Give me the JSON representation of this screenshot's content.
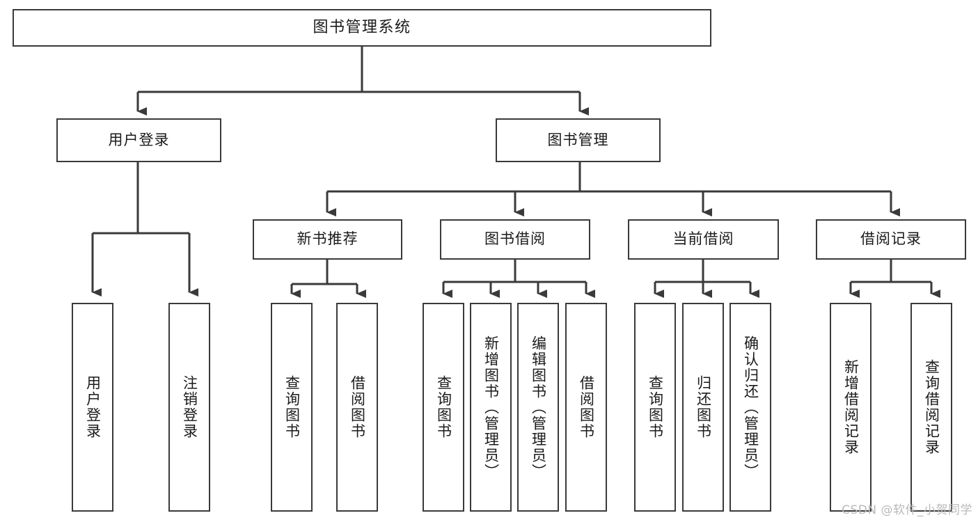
{
  "diagram": {
    "title": "图书管理系统",
    "type": "tree-hierarchy",
    "root": {
      "label": "图书管理系统"
    },
    "level2": [
      {
        "label": "用户登录"
      },
      {
        "label": "图书管理"
      }
    ],
    "level3": [
      {
        "label": "新书推荐"
      },
      {
        "label": "图书借阅"
      },
      {
        "label": "当前借阅"
      },
      {
        "label": "借阅记录"
      }
    ],
    "leaves": [
      {
        "label": "用户登录",
        "parent": "用户登录"
      },
      {
        "label": "注销登录",
        "parent": "用户登录"
      },
      {
        "label": "查询图书",
        "parent": "新书推荐"
      },
      {
        "label": "借阅图书",
        "parent": "新书推荐"
      },
      {
        "label": "查询图书",
        "parent": "图书借阅"
      },
      {
        "label": "新增图书（管理员）",
        "parent": "图书借阅"
      },
      {
        "label": "编辑图书（管理员）",
        "parent": "图书借阅"
      },
      {
        "label": "借阅图书",
        "parent": "图书借阅"
      },
      {
        "label": "查询图书",
        "parent": "当前借阅"
      },
      {
        "label": "归还图书",
        "parent": "当前借阅"
      },
      {
        "label": "确认归还（管理员）",
        "parent": "当前借阅"
      },
      {
        "label": "新增借阅记录",
        "parent": "借阅记录"
      },
      {
        "label": "查询借阅记录",
        "parent": "借阅记录"
      }
    ]
  },
  "watermark": {
    "text": "CSDN @软件_小贺同学"
  },
  "colors": {
    "stroke": "#3a3a3a",
    "fill": "#ffffff",
    "text": "#1a1a1a",
    "watermark": "#b9b9b9"
  }
}
